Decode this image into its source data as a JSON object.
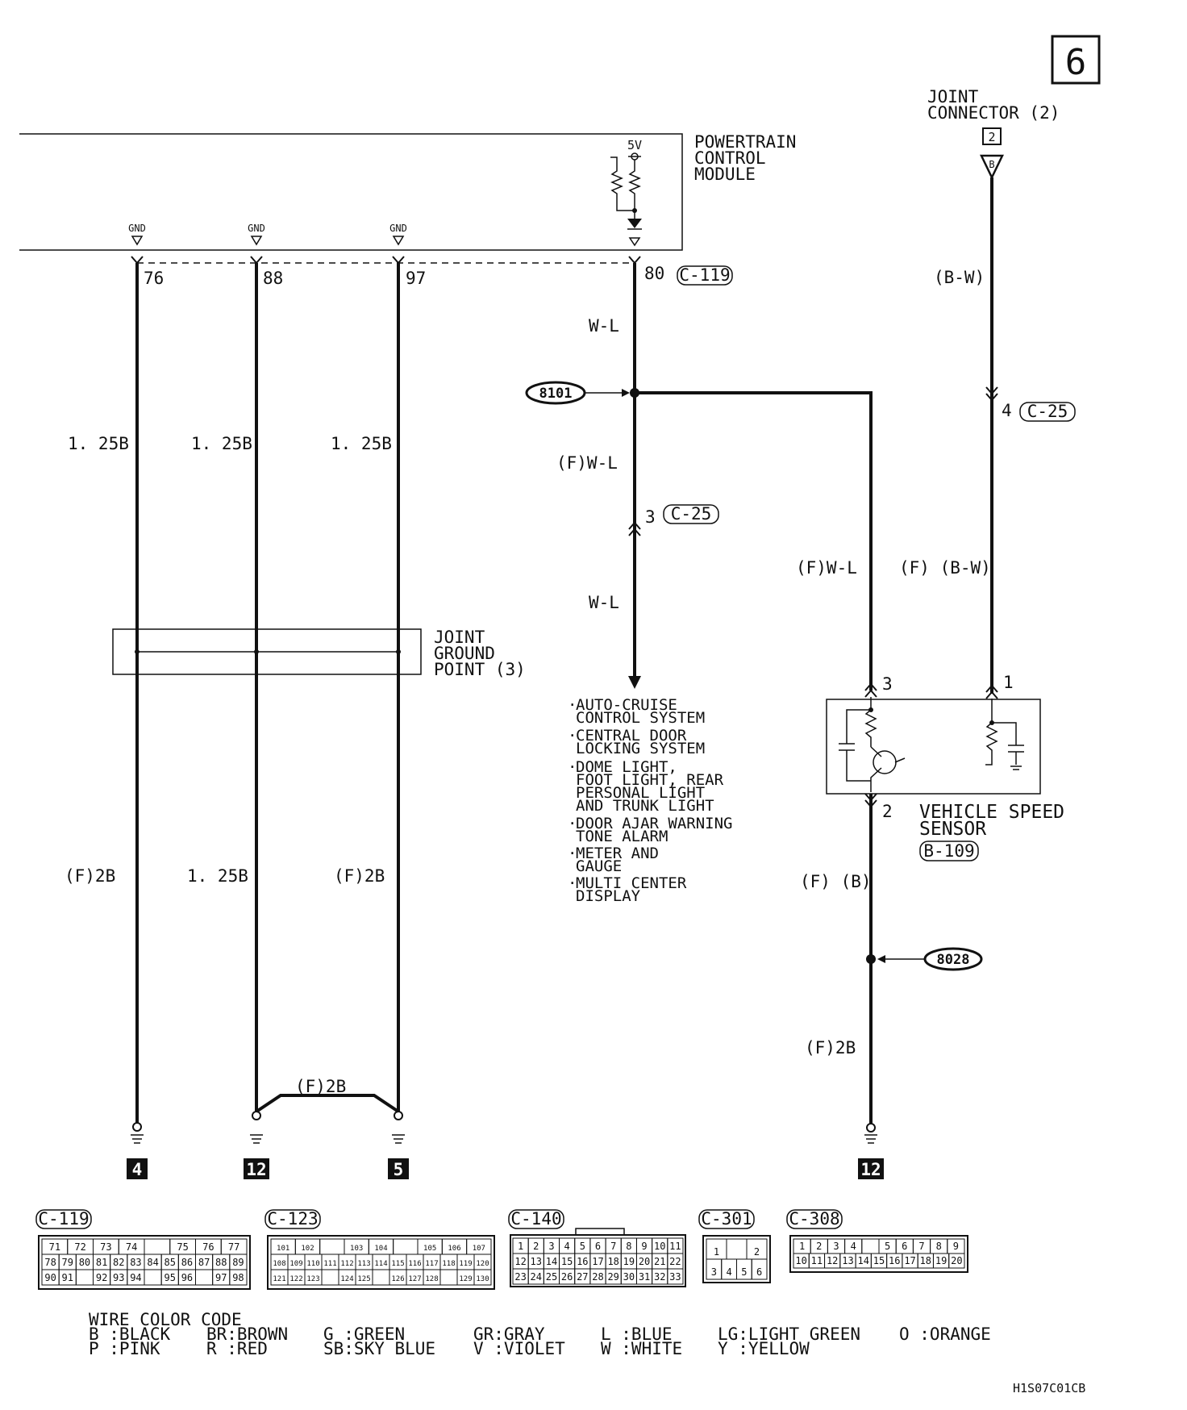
{
  "page_number": "6",
  "joint_connector": {
    "label_line1": "JOINT",
    "label_line2": "CONNECTOR (2)",
    "box_number": "2",
    "pin": "B"
  },
  "pcm": {
    "line1": "POWERTRAIN",
    "line2": "CONTROL",
    "line3": "MODULE",
    "supply": "5V",
    "connector": "C-119"
  },
  "gnd_labels": [
    "GND",
    "GND",
    "GND"
  ],
  "pins": {
    "p76": "76",
    "p88": "88",
    "p97": "97",
    "p80": "80"
  },
  "wires": {
    "w_76_upper": "1. 25B",
    "w_88_upper": "1. 25B",
    "w_97_upper": "1. 25B",
    "w_76_lower": "(F)2B",
    "w_88_lower": "1. 25B",
    "w_97_lower": "(F)2B",
    "w_bridge": "(F)2B",
    "wl_upper": "W-L",
    "wl_mid": "(F)W-L",
    "wl_lower": "W-L",
    "bw_upper": "(B-W)",
    "bw_lower": "(F) (B-W)",
    "vss_in": "(F)W-L",
    "vss_out": "(F) (B)",
    "vss_ground": "(F)2B"
  },
  "splices": {
    "s101": "8101",
    "s028": "8028"
  },
  "connector_refs": {
    "c25_a": {
      "pin": "3",
      "name": "C-25"
    },
    "c25_b": {
      "pin": "4",
      "name": "C-25"
    }
  },
  "joint_ground": {
    "line1": "JOINT",
    "line2": "GROUND",
    "line3": "POINT (3)"
  },
  "destinations": [
    [
      "AUTO-CRUISE",
      "CONTROL SYSTEM"
    ],
    [
      "CENTRAL DOOR",
      "LOCKING SYSTEM"
    ],
    [
      "DOME LIGHT,",
      "FOOT LIGHT, REAR",
      "PERSONAL LIGHT",
      "AND TRUNK LIGHT"
    ],
    [
      "DOOR AJAR WARNING",
      "TONE ALARM"
    ],
    [
      "METER AND",
      "GAUGE"
    ],
    [
      "MULTI CENTER",
      "DISPLAY"
    ]
  ],
  "vss": {
    "pin_in": "3",
    "pin_out": "2",
    "pin_bw": "1",
    "line1": "VEHICLE SPEED",
    "line2": "SENSOR",
    "connector": "B-109"
  },
  "ground_points": [
    "4",
    "12",
    "5",
    "12"
  ],
  "connector_views": [
    {
      "name": "C-119",
      "rows": [
        [
          "71",
          "72",
          "73",
          "74",
          "",
          "75",
          "76",
          "77"
        ],
        [
          "78",
          "79",
          "80",
          "81",
          "82",
          "83",
          "84",
          "85",
          "86",
          "87",
          "88",
          "89"
        ],
        [
          "90",
          "91",
          "",
          "92",
          "93",
          "94",
          "",
          "95",
          "96",
          "",
          "97",
          "98"
        ]
      ]
    },
    {
      "name": "C-123",
      "rows": [
        [
          "101",
          "102",
          "",
          "103",
          "104",
          "",
          "105",
          "106",
          "107"
        ],
        [
          "108",
          "109",
          "110",
          "111",
          "112",
          "113",
          "114",
          "115",
          "116",
          "117",
          "118",
          "119",
          "120"
        ],
        [
          "121",
          "122",
          "123",
          "",
          "124",
          "125",
          "",
          "126",
          "127",
          "128",
          "",
          "129",
          "130"
        ]
      ]
    },
    {
      "name": "C-140",
      "rows": [
        [
          "1",
          "2",
          "3",
          "4",
          "5",
          "6",
          "7",
          "8",
          "9",
          "10",
          "11"
        ],
        [
          "12",
          "13",
          "14",
          "15",
          "16",
          "17",
          "18",
          "19",
          "20",
          "21",
          "22"
        ],
        [
          "23",
          "24",
          "25",
          "26",
          "27",
          "28",
          "29",
          "30",
          "31",
          "32",
          "33"
        ]
      ]
    },
    {
      "name": "C-301",
      "rows": [
        [
          "1",
          "",
          "2"
        ],
        [
          "3",
          "4",
          "5",
          "6"
        ]
      ]
    },
    {
      "name": "C-308",
      "rows": [
        [
          "1",
          "2",
          "3",
          "4",
          "",
          "5",
          "6",
          "7",
          "8",
          "9"
        ],
        [
          "10",
          "11",
          "12",
          "13",
          "14",
          "15",
          "16",
          "17",
          "18",
          "19",
          "20"
        ]
      ]
    }
  ],
  "legend": {
    "title": "WIRE COLOR CODE",
    "row1": [
      "B :BLACK",
      "BR:BROWN",
      "G :GREEN",
      "GR:GRAY",
      "L :BLUE",
      "LG:LIGHT GREEN",
      "O :ORANGE"
    ],
    "row2": [
      "P :PINK",
      "R :RED",
      "SB:SKY BLUE",
      "V :VIOLET",
      "W :WHITE",
      "Y :YELLOW"
    ]
  },
  "doc_code": "H1S07C01CB"
}
